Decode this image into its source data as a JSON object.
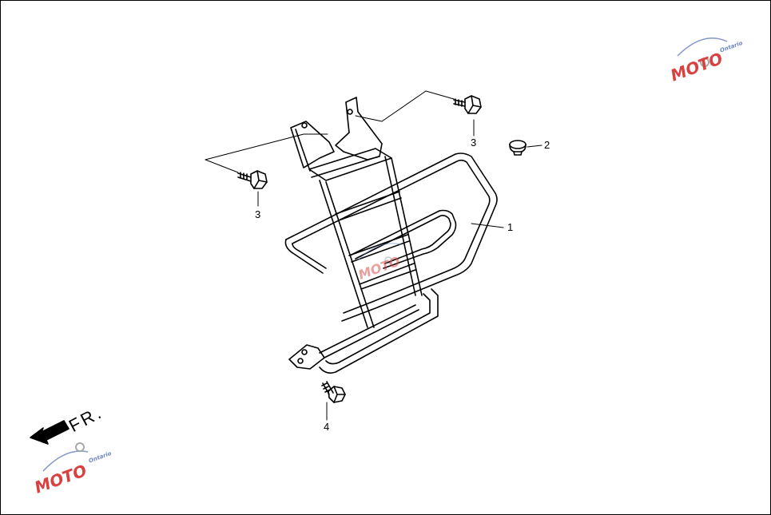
{
  "diagram": {
    "callouts": {
      "part_1": "1",
      "part_2": "2",
      "part_3a": "3",
      "part_3b": "3",
      "part_4": "4"
    },
    "direction_label": "FR.",
    "watermark_text": "MOTO",
    "watermark_subtext": "Ontario",
    "colors": {
      "line": "#000000",
      "watermark_red": "#d94040",
      "watermark_blue": "#6f86c4"
    }
  }
}
